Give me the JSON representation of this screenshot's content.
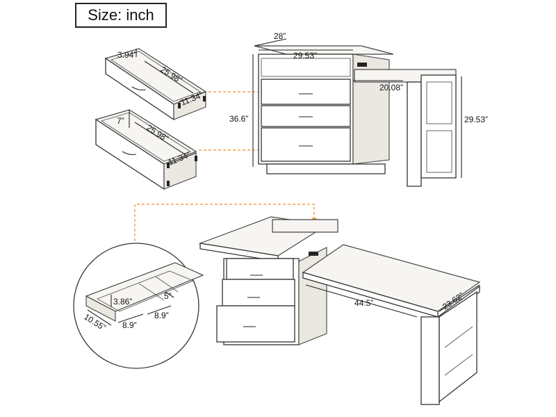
{
  "header": {
    "title": "Size: inch"
  },
  "cabinet": {
    "depth": "28”",
    "width": "29.53”",
    "height": "36.6”",
    "extension_length": "20.08”",
    "extension_height": "29.53”"
  },
  "top_drawer": {
    "height": "3.94”",
    "length": "25.98”",
    "width": "11.34”"
  },
  "bottom_drawer": {
    "height": "7”",
    "length": "25.98”",
    "width": "11.34”"
  },
  "tray_detail": {
    "depth": "3.86”",
    "inner": "5”",
    "side": "10.55”",
    "compartment_a": "8.9”",
    "compartment_b": "8.9”"
  },
  "extended_desk": {
    "length": "44.5”",
    "depth": "23.62”"
  },
  "colors": {
    "callout": "#f0a040",
    "line": "#333333"
  }
}
